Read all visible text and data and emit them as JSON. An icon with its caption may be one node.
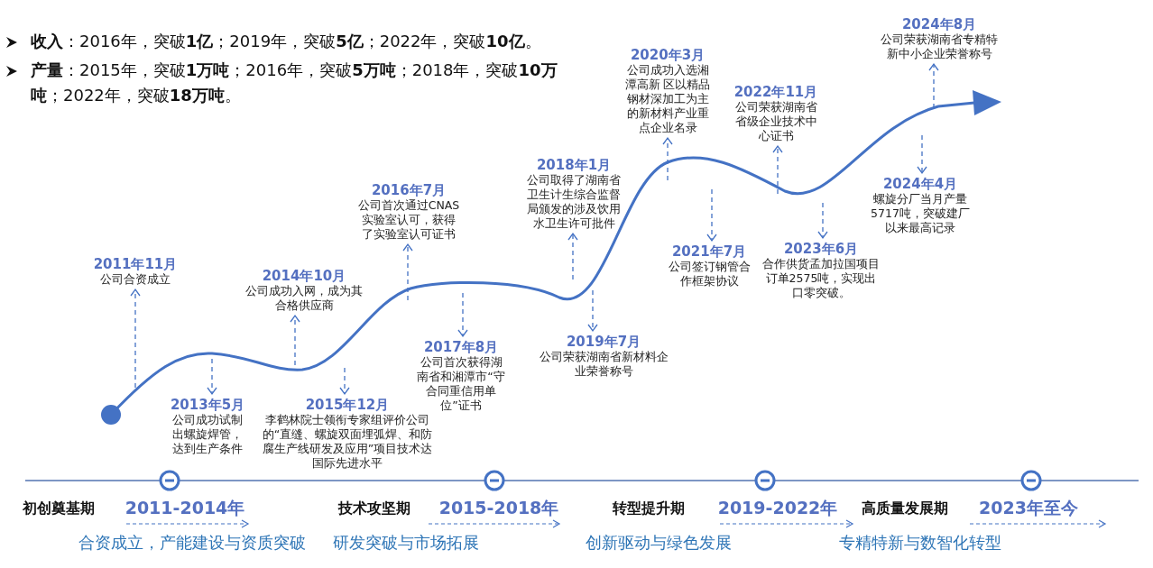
{
  "diagram": {
    "nodes": [
      {
        "text": [
          "2011年11月",
          "公司合资成立"
        ]
      },
      {
        "text": [
          "2013年5月",
          "公司成功试制出螺旋焊管，达到生产条件"
        ]
      },
      {
        "text": [
          "2014年10月",
          "公司成功入网，成为其合格供应商"
        ]
      },
      {
        "text": [
          "2015年12月",
          "李鹤林院士领衔专家组评价公司的“直缝、螺旋双面埋弧焊、和防腐生产线研发及应用”项目技术达国际先进水平"
        ]
      },
      {
        "text": [
          "2016年7月",
          "公司首次通过CNAS实验室认可，获得了实验室认可证书"
        ]
      },
      {
        "text": [
          "2017年8月",
          "公司首次获得湖南省和湘潭市“守合同重信用单位”证书"
        ]
      },
      {
        "text": [
          "2018年1月",
          "公司取得了湖南省卫生计生综合监督局颁发的涉及饮用水卫生许可批件"
        ]
      },
      {
        "text": [
          "2019年7月",
          "公司荣获湖南省新材料企业荣誉称号"
        ]
      },
      {
        "text": [
          "2020年3月",
          "公司成功入选湘潭高新 区以精品钢材深加工为主的新材料产业重点企业名录"
        ]
      },
      {
        "text": [
          "2021年7月",
          "公司签订钢管合作框架协议"
        ]
      },
      {
        "text": [
          "2022年11月",
          "公司荣获湖南省省级企业技术中心证书"
        ]
      },
      {
        "text": [
          "2023年6月",
          "合作供货孟加拉国项目订单2575吨，实现出口零突破。"
        ]
      },
      {
        "text": [
          "2024年4月",
          "螺旋分厂当月产量5717吨，突破建厂以来最高记录"
        ]
      },
      {
        "text": [
          "2024年8月",
          "公司荣获湖南省专精特新中小企业荣誉称号"
        ]
      }
    ],
    "edges": [
      {
        "from": null,
        "to": 0,
        "arrow": "to",
        "style": "dashed"
      },
      {
        "from": null,
        "to": 1,
        "arrow": "to",
        "style": "dashed"
      },
      {
        "from": null,
        "to": 2,
        "arrow": "to",
        "style": "dashed"
      },
      {
        "from": null,
        "to": 3,
        "arrow": "to",
        "style": "dashed"
      },
      {
        "from": null,
        "to": 4,
        "arrow": "to",
        "style": "dashed"
      },
      {
        "from": null,
        "to": 5,
        "arrow": "to",
        "style": "dashed"
      },
      {
        "from": null,
        "to": 6,
        "arrow": "to",
        "style": "dashed"
      },
      {
        "from": null,
        "to": 7,
        "arrow": "to",
        "style": "dashed"
      },
      {
        "from": null,
        "to": 8,
        "arrow": "to",
        "style": "dashed"
      },
      {
        "from": null,
        "to": 9,
        "arrow": "to",
        "style": "dashed"
      },
      {
        "from": null,
        "to": 10,
        "arrow": "to",
        "style": "dashed"
      },
      {
        "from": null,
        "to": 11,
        "arrow": "to",
        "style": "dashed"
      },
      {
        "from": null,
        "to": 12,
        "arrow": "to",
        "style": "dashed"
      },
      {
        "from": null,
        "to": 13,
        "arrow": "to",
        "style": "dashed"
      }
    ],
    "labels": [
      "**收入**：2016年，突破**1亿**；2019年，突破**5亿**；2022年，突破**10亿**。",
      "**产量**：2015年，突破**1万吨**；2016年，突破**5万吨**；2018年，突破**10万吨**；2022年，突破**18万吨**。",
      "初创奠基期",
      "2011-2014年",
      "合资成立，产能建设与资质突破",
      "技术攻坚期",
      "2015-2018年",
      "研发突破与市场拓展",
      "转型提升期",
      "2019-2022年",
      "创新驱动与绿色发展",
      "高质量发展期",
      "2023年至今",
      "专精特新与数智化转型"
    ]
  }
}
